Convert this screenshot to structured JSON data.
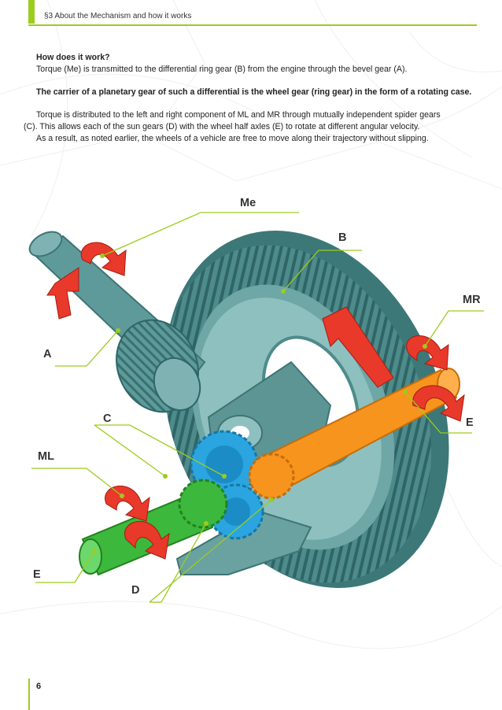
{
  "header": {
    "section_title": "§3 About the Mechanism and how it works"
  },
  "body": {
    "question": "How does it work?",
    "intro": "Torque (Me) is transmitted to the differential ring gear (B) from the engine through the bevel gear (A).",
    "bold_statement": "The carrier of a planetary gear of such a differential is the wheel gear (ring gear) in the form of a rotating case.",
    "torque_line_1": "Torque is distributed to the left and right component of ML and MR through mutually independent spider gears",
    "torque_line_2": "(C). This allows each of the sun gears (D) with the wheel half axles (E) to rotate at different angular velocity.",
    "result": "As a result, as noted earlier, the wheels of a vehicle are free to move along their trajectory without slipping."
  },
  "figure": {
    "callouts": {
      "me": "Me",
      "b": "B",
      "mr": "MR",
      "a": "A",
      "c": "C",
      "e_right": "E",
      "ml": "ML",
      "e_left": "E",
      "d": "D"
    }
  },
  "footer": {
    "page_number": "6"
  },
  "colors": {
    "accent_green": "#9ccc1e",
    "gear_teal": "#4e8b8b",
    "spider_blue": "#2aa5e0",
    "axle_orange": "#f7941d",
    "axle_green": "#3cb83c",
    "arrow_red": "#e8392a"
  }
}
